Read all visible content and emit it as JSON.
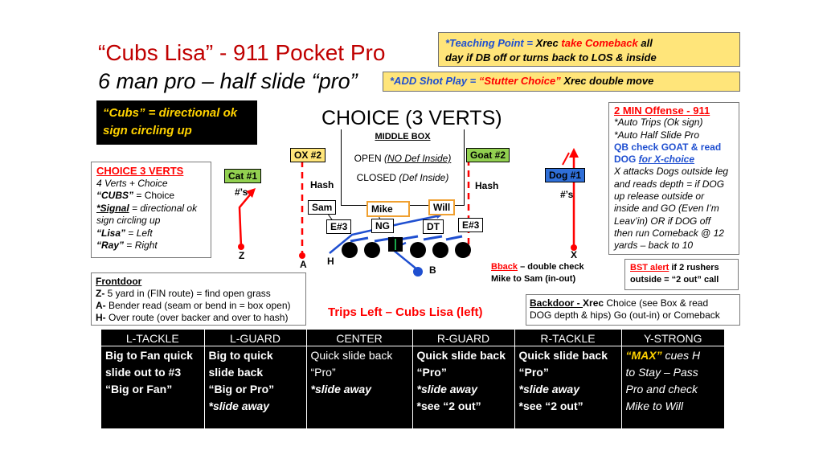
{
  "title": {
    "line1": "“Cubs Lisa” - 911 Pocket Pro",
    "line2": "6 man pro – half slide “pro”"
  },
  "teaching_point": {
    "prefix": "*Teaching Point = ",
    "xrec": "Xrec ",
    "take": "take Comeback",
    "rest1": " all",
    "line2": "day if DB off or turns back to LOS & inside"
  },
  "shot_play": {
    "prefix": "*ADD Shot Play = ",
    "choice": "“Stutter Choice”",
    "rest": " Xrec double move"
  },
  "cubs_note": {
    "line1": "“Cubs” = directional ok",
    "line2": "sign circling up"
  },
  "choice_heading": "CHOICE (3 VERTS)",
  "choice_box": {
    "title": "CHOICE 3 VERTS",
    "l1": "4 Verts + Choice",
    "l2a": "“CUBS”",
    "l2b": " = Choice",
    "l3a": "*Signal",
    "l3b": " = directional ok",
    "l4": "sign circling up",
    "l5a": "“Lisa”",
    "l5b": " = ",
    "l5c": "Left",
    "l6a": "“Ray”",
    "l6b": " = ",
    "l6c": "Right"
  },
  "middle_box": {
    "title": "MIDDLE BOX",
    "open": "OPEN ",
    "open_note": "(NO Def Inside)",
    "closed": "CLOSED ",
    "closed_note": "(Def Inside)"
  },
  "field": {
    "ox2": "OX #2",
    "goat2": "Goat #2",
    "cat1": "Cat #1",
    "dog1": "Dog #1",
    "hash_left": "Hash",
    "hash_right": "Hash",
    "num_left": "#’s",
    "num_right": "#’s",
    "sam": "Sam",
    "mike": "Mike",
    "will": "Will",
    "e3_left": "E#3",
    "ng": "NG",
    "dt": "DT",
    "e3_right": "E#3",
    "z": "Z",
    "a": "A",
    "h": "H",
    "b": "B",
    "x": "X"
  },
  "two_min": {
    "title": "2 MIN Offense -  911",
    "l1": "*Auto Trips (Ok sign)",
    "l2": "*Auto Half Slide Pro",
    "l3": "QB check GOAT & read",
    "l4a": "DOG ",
    "l4b": "for X-choice",
    "l5": "X attacks Dogs outside leg",
    "l6": "and reads depth = if DOG",
    "l7": "up release outside or",
    "l8": "inside and GO (Even I’m",
    "l9": "Leav’in) OR if DOG off",
    "l10": "then run Comeback @ 12",
    "l11": "yards – back to 10"
  },
  "bback": {
    "label": "Bback",
    "rest": " – double check",
    "line2": "Mike to Sam (in-out)"
  },
  "bst": {
    "label": "BST alert",
    "rest": " if 2 rushers",
    "line2": "outside = “2 out” call"
  },
  "frontdoor": {
    "title": "Frontdoor",
    "z_key": "Z-",
    "z_text": " 5 yard in (FIN route) = find open grass",
    "a_key": "A-",
    "a_text": " Bender read (seam or bend in = box open)",
    "h_key": "H-",
    "h_text": " Over route (over backer and over to hash)"
  },
  "trips_label": "Trips Left – Cubs Lisa (left)",
  "backdoor": {
    "key": "Backdoor - ",
    "xrec": " Xrec",
    "rest": " Choice (see Box & read",
    "line2": "DOG depth & hips) Go (out-in) or Comeback"
  },
  "oline_table": {
    "headers": [
      "L-TACKLE",
      "L-GUARD",
      "CENTER",
      "R-GUARD",
      "R-TACKLE",
      "Y-STRONG"
    ],
    "c1": [
      "Big to Fan quick",
      "slide out to #3",
      "“Big or Fan”"
    ],
    "c2": [
      "Big to quick",
      "slide back",
      "“Big or Pro”",
      "*slide away"
    ],
    "c3": [
      "Quick slide back",
      "“Pro”",
      "*slide away"
    ],
    "c4": [
      "Quick slide back",
      "“Pro”",
      "*slide away",
      "*see “2 out”"
    ],
    "c5": [
      "Quick slide back",
      "“Pro”",
      "*slide away",
      "*see “2 out”"
    ],
    "c6_max": "“MAX”",
    "c6": [
      " cues H",
      "to Stay – Pass",
      "Pro and check",
      "Mike to Will"
    ]
  },
  "colors": {
    "title_red": "#c00000",
    "note_yellow": "#ffe57a",
    "route_blue": "#1f4fd0",
    "route_red": "#ff0000",
    "tag_green": "#92d050",
    "tag_blue": "#2f6fd8",
    "cubs_gold": "#ffd200"
  }
}
